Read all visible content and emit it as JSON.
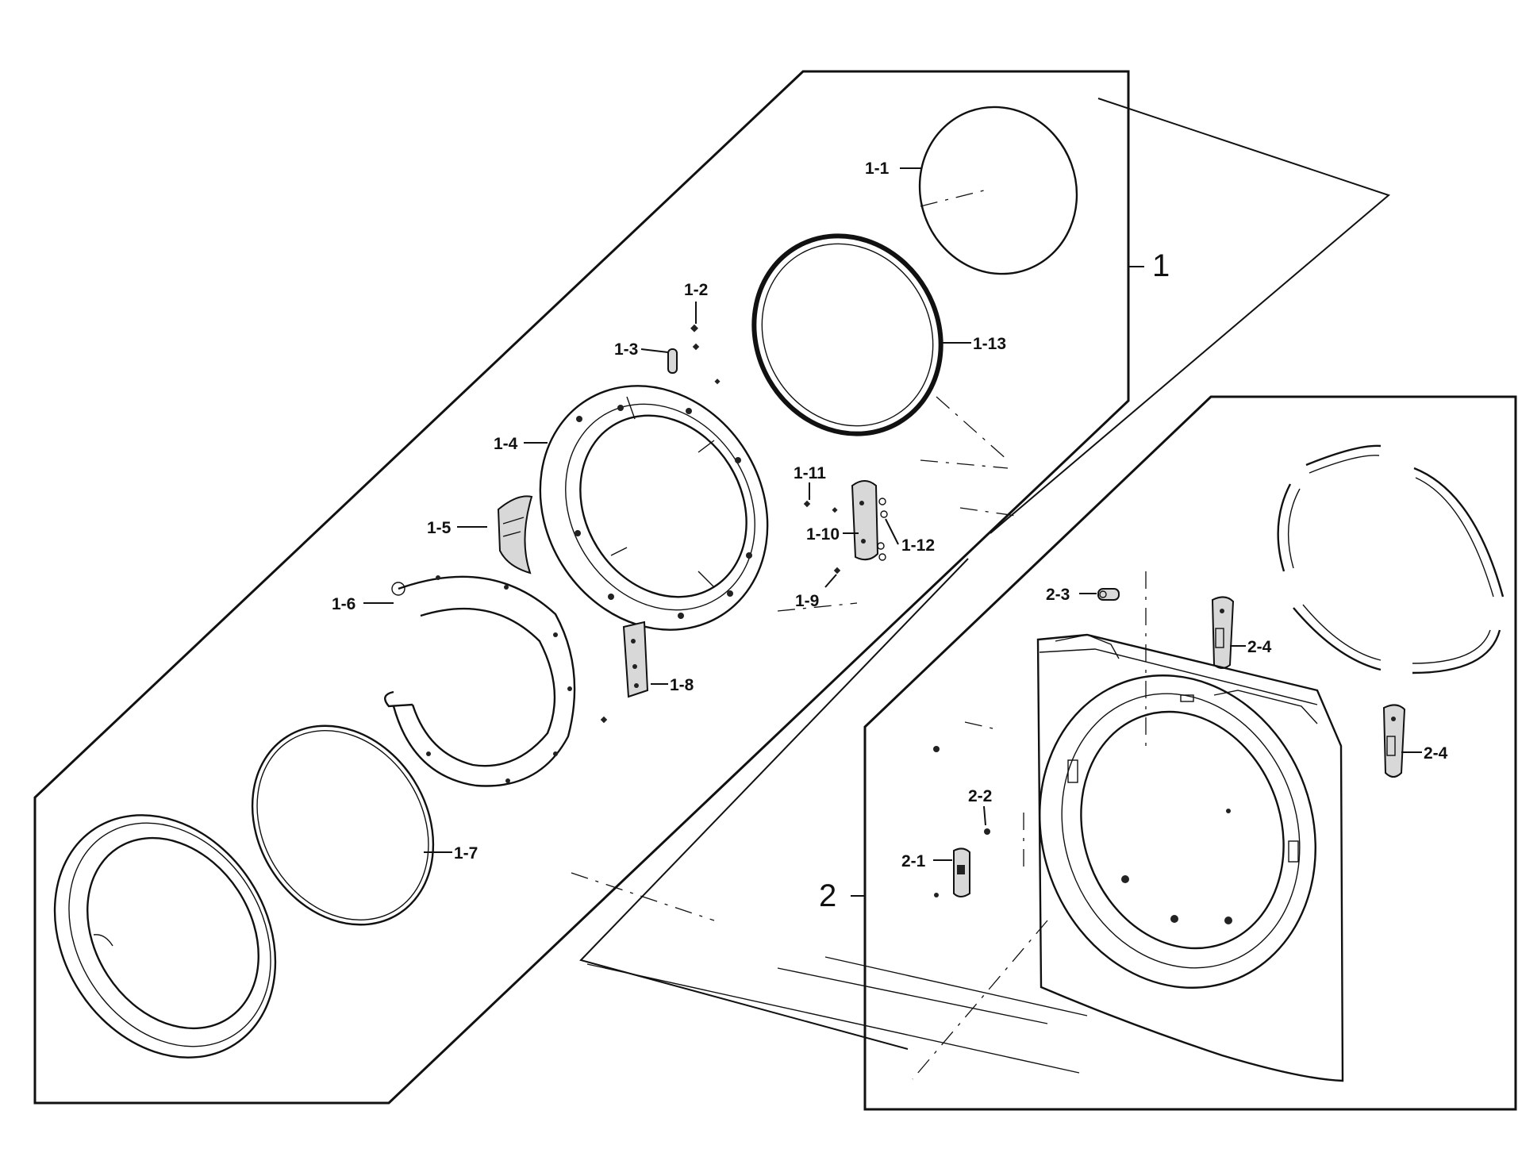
{
  "diagram": {
    "group_labels": {
      "group1": "1",
      "group2": "2"
    },
    "callouts": {
      "c1_1": "1-1",
      "c1_2": "1-2",
      "c1_3": "1-3",
      "c1_4": "1-4",
      "c1_5": "1-5",
      "c1_6": "1-6",
      "c1_7": "1-7",
      "c1_8": "1-8",
      "c1_9": "1-9",
      "c1_10": "1-10",
      "c1_11": "1-11",
      "c1_12": "1-12",
      "c1_13": "1-13",
      "c2_1": "2-1",
      "c2_2": "2-2",
      "c2_3": "2-3",
      "c2_4a": "2-4",
      "c2_4b": "2-4"
    }
  }
}
